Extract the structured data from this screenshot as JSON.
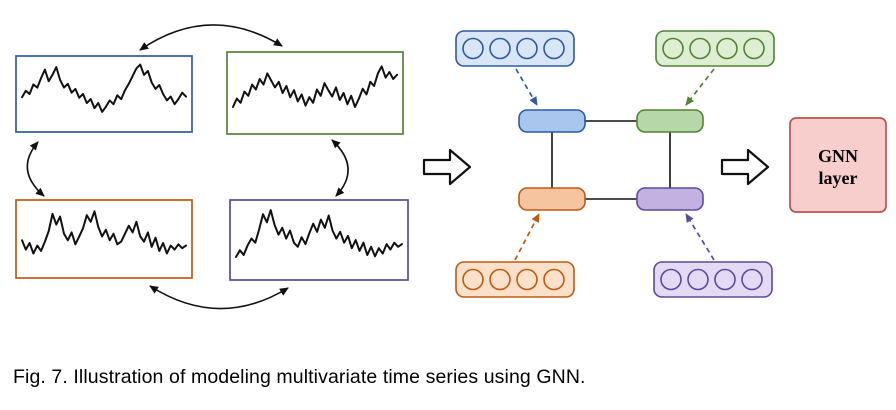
{
  "caption": "Fig. 7. Illustration of modeling multivariate time series using GNN.",
  "gnn_box": {
    "line1": "GNN",
    "line2": "layer"
  },
  "palette": {
    "blue": {
      "border": "#2e5b9f",
      "node_fill": "#a8c6ee",
      "light_fill": "#d8e6f8"
    },
    "green": {
      "border": "#548235",
      "node_fill": "#b6d7a8",
      "light_fill": "#ddeed3"
    },
    "orange": {
      "border": "#c05a11",
      "node_fill": "#f6c49e",
      "light_fill": "#fbe0ca"
    },
    "purple": {
      "border": "#5b4a9b",
      "node_fill": "#c3b1e1",
      "light_fill": "#e4daf3"
    },
    "pink": {
      "border": "#b85450",
      "fill": "#f8cecc"
    },
    "line": "#111111",
    "white": "#ffffff"
  },
  "timeseries": {
    "blue": [
      45,
      55,
      50,
      65,
      60,
      75,
      88,
      70,
      80,
      92,
      72,
      60,
      66,
      52,
      58,
      44,
      50,
      36,
      42,
      28,
      36,
      22,
      30,
      40,
      34,
      48,
      42,
      56,
      66,
      78,
      90,
      96,
      80,
      86,
      68,
      58,
      64,
      50,
      40,
      46,
      34,
      42,
      52,
      46
    ],
    "green": [
      30,
      42,
      36,
      52,
      46,
      62,
      55,
      70,
      62,
      78,
      68,
      58,
      66,
      50,
      60,
      44,
      54,
      38,
      48,
      32,
      44,
      36,
      55,
      46,
      64,
      54,
      45,
      58,
      40,
      50,
      34,
      46,
      30,
      42,
      56,
      48,
      66,
      60,
      78,
      88,
      72,
      80,
      70,
      76
    ],
    "orange": [
      48,
      34,
      44,
      28,
      40,
      32,
      46,
      62,
      88,
      72,
      84,
      58,
      48,
      60,
      42,
      54,
      66,
      86,
      76,
      92,
      68,
      54,
      64,
      48,
      58,
      42,
      46,
      58,
      70,
      60,
      76,
      54,
      46,
      60,
      38,
      52,
      32,
      44,
      28,
      40,
      34,
      42,
      36,
      40
    ],
    "purple": [
      25,
      35,
      28,
      42,
      52,
      46,
      66,
      88,
      76,
      94,
      72,
      58,
      68,
      52,
      64,
      46,
      40,
      54,
      44,
      60,
      74,
      62,
      80,
      68,
      86,
      64,
      52,
      62,
      46,
      56,
      38,
      50,
      34,
      46,
      28,
      40,
      26,
      38,
      30,
      44,
      36,
      46,
      40,
      44
    ]
  }
}
